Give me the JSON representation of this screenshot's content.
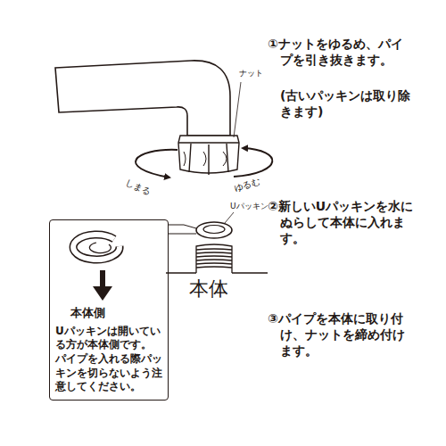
{
  "diagram": {
    "nodes": [
      {
        "text": [
          "本体側",
          "Uパッキンは開いている方が本体側です。",
          "パイプを入れる際パッキンを切らないよう注意してください。"
        ]
      }
    ],
    "labels": [
      "①ナットをゆるめ、パイプを引き抜きます。",
      "(古いパッキンは取り除きます)",
      "ナット",
      "しまる",
      "ゆるむ",
      "Uパッキン",
      "②新しいUパッキンを水にぬらして本体に入れます。",
      "本体",
      "③パイプを本体に取り付け、ナットを締め付けます。"
    ]
  }
}
